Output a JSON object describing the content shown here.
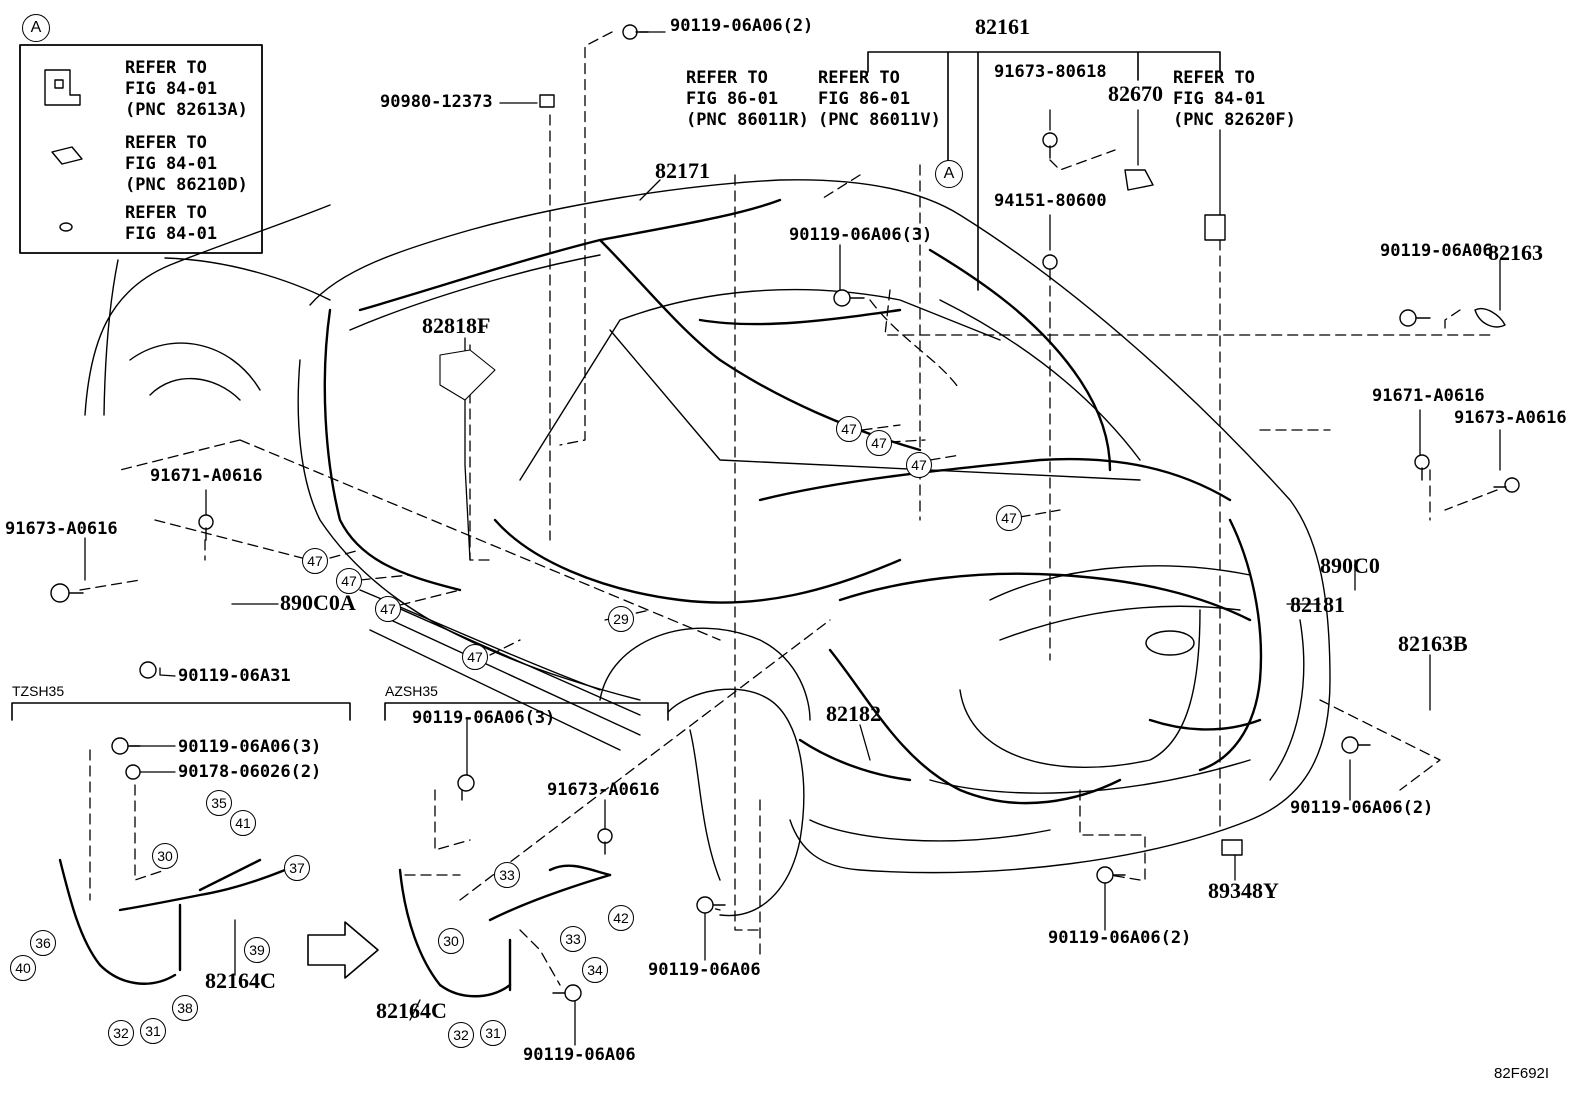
{
  "diagram": {
    "code": "82F692I",
    "sections": {
      "left_variant": "TZSH35",
      "right_variant": "AZSH35"
    },
    "legend": {
      "marker": "A",
      "items": [
        {
          "text": "REFER TO\nFIG 84-01\n(PNC 82613A)"
        },
        {
          "text": "REFER TO\nFIG 84-01\n(PNC 86210D)"
        },
        {
          "text": "REFER TO\nFIG 84-01"
        }
      ]
    },
    "refer_notes": [
      {
        "text": "REFER TO\nFIG 86-01\n(PNC 86011R)"
      },
      {
        "text": "REFER TO\nFIG 86-01\n(PNC 86011V)"
      },
      {
        "text": "REFER TO\nFIG 84-01\n(PNC 82620F)"
      }
    ],
    "marker_a2": "A",
    "parts": {
      "p90119_06A06_2_top": "90119-06A06(2)",
      "p82161": "82161",
      "p90980_12373": "90980-12373",
      "p82171": "82171",
      "p91673_80618": "91673-80618",
      "p82670": "82670",
      "p94151_80600": "94151-80600",
      "p90119_06A06_3_mid": "90119-06A06(3)",
      "p90119_06A06_right": "90119-06A06",
      "p82163": "82163",
      "p82818F": "82818F",
      "p91671_A0616_right": "91671-A0616",
      "p91673_A0616_right": "91673-A0616",
      "p91671_A0616_left": "91671-A0616",
      "p91673_A0616_left": "91673-A0616",
      "p890C0A": "890C0A",
      "p890C0": "890C0",
      "p82181": "82181",
      "p82163B": "82163B",
      "p90119_06A31": "90119-06A31",
      "p82182": "82182",
      "p90119_06A06_3_left": "90119-06A06(3)",
      "p90178_06026_2": "90178-06026(2)",
      "p90119_06A06_3_az": "90119-06A06(3)",
      "p91673_A0616_az": "91673-A0616",
      "p82164C_left": "82164C",
      "p82164C_right": "82164C",
      "p90119_06A06_bottom_left": "90119-06A06",
      "p90119_06A06_bottom_mid": "90119-06A06",
      "p90119_06A06_2_bottom": "90119-06A06(2)",
      "p90119_06A06_2_right": "90119-06A06(2)",
      "p89348Y": "89348Y"
    },
    "callouts": {
      "c47a": "47",
      "c47b": "47",
      "c47c": "47",
      "c47d": "47",
      "c47e": "47",
      "c47f": "47",
      "c47g": "47",
      "c47h": "47",
      "c29": "29",
      "c35": "35",
      "c41": "41",
      "c30a": "30",
      "c37": "37",
      "c36": "36",
      "c40": "40",
      "c39": "39",
      "c38": "38",
      "c32a": "32",
      "c31a": "31",
      "c33a": "33",
      "c30b": "30",
      "c33b": "33",
      "c42": "42",
      "c34": "34",
      "c32b": "32",
      "c31b": "31"
    }
  }
}
